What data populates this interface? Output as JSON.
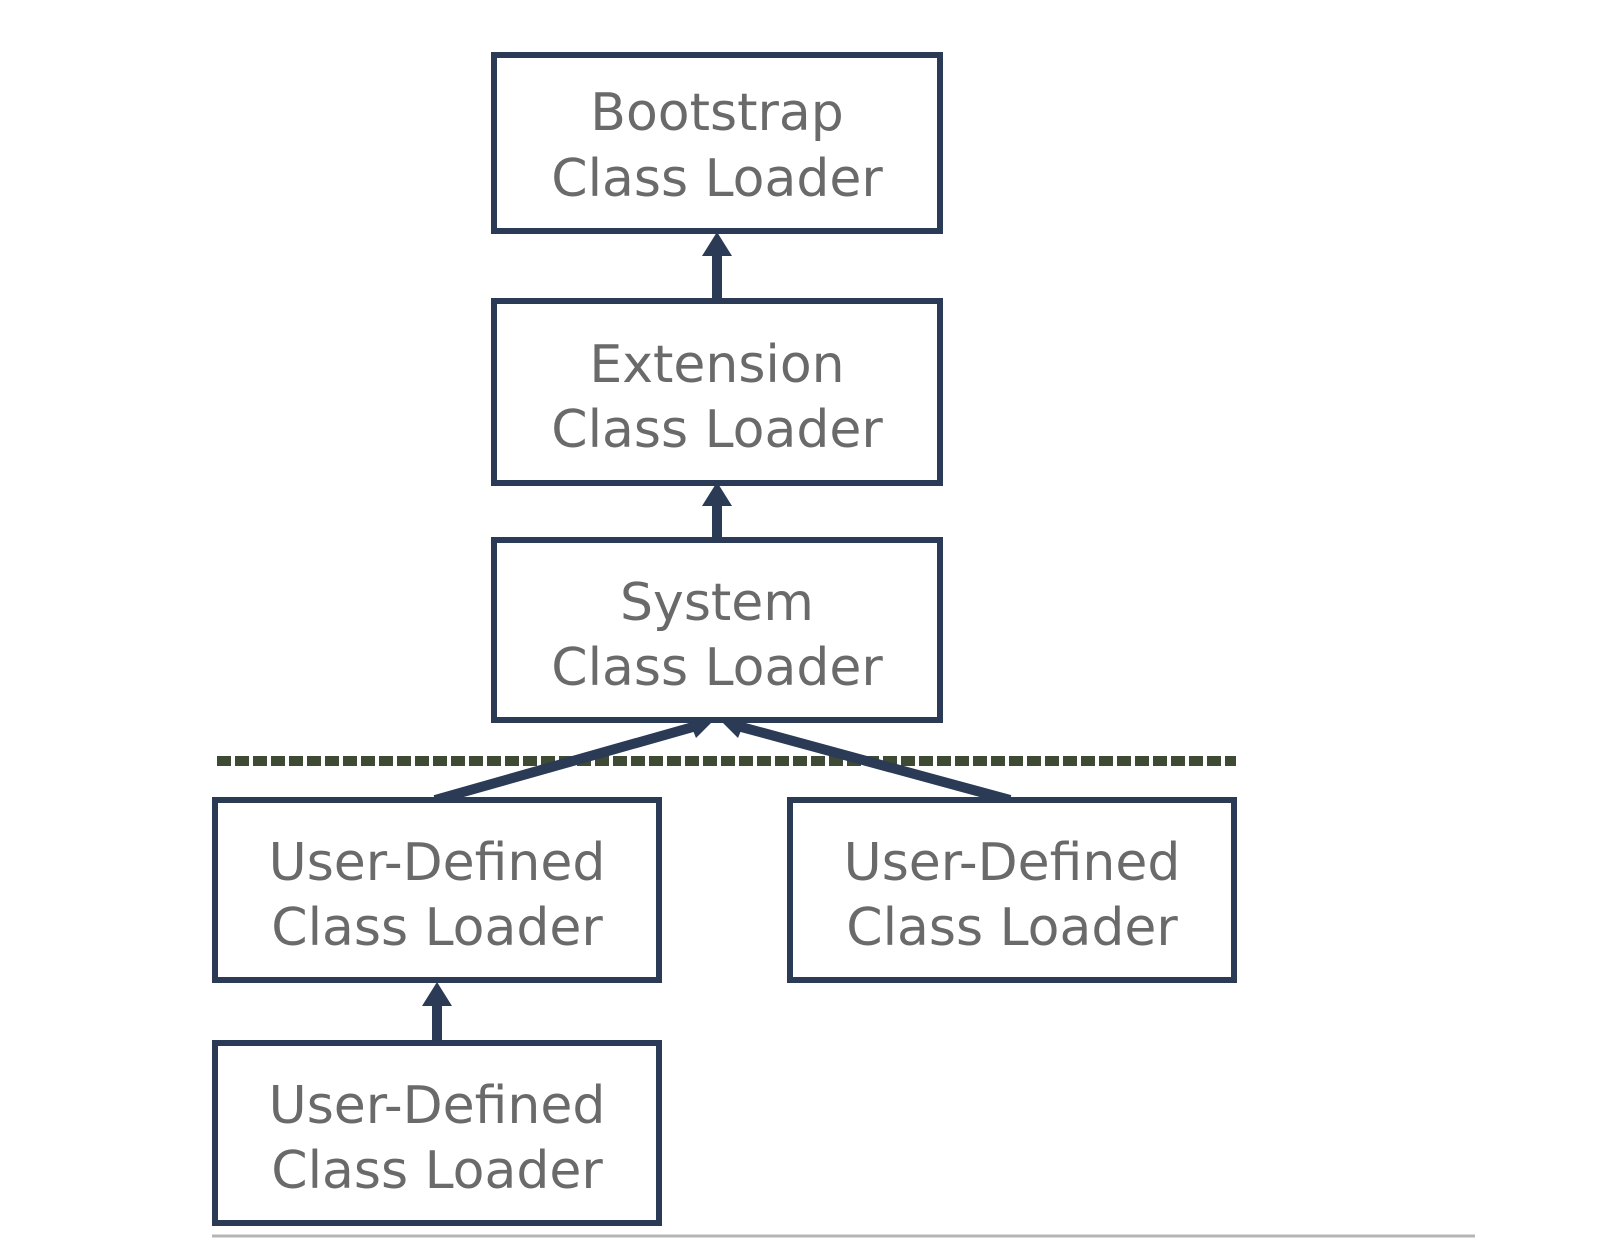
{
  "diagram": {
    "boxes": [
      {
        "id": "bootstrap",
        "line1": "Bootstrap",
        "line2": "Class Loader"
      },
      {
        "id": "extension",
        "line1": "Extension",
        "line2": "Class Loader"
      },
      {
        "id": "system",
        "line1": "System",
        "line2": "Class Loader"
      },
      {
        "id": "user-defined-1",
        "line1": "User-Defined",
        "line2": "Class Loader"
      },
      {
        "id": "user-defined-2",
        "line1": "User-Defined",
        "line2": "Class Loader"
      },
      {
        "id": "user-defined-3",
        "line1": "User-Defined",
        "line2": "Class Loader"
      }
    ],
    "edges": [
      {
        "from": "extension",
        "to": "bootstrap"
      },
      {
        "from": "system",
        "to": "extension"
      },
      {
        "from": "user-defined-1",
        "to": "system"
      },
      {
        "from": "user-defined-2",
        "to": "system"
      },
      {
        "from": "user-defined-3",
        "to": "user-defined-1"
      }
    ],
    "colors": {
      "box_border": "#2b3a55",
      "text": "#6a6a6a",
      "separator": "#3e4a34",
      "rule": "#b5b5b5"
    }
  }
}
